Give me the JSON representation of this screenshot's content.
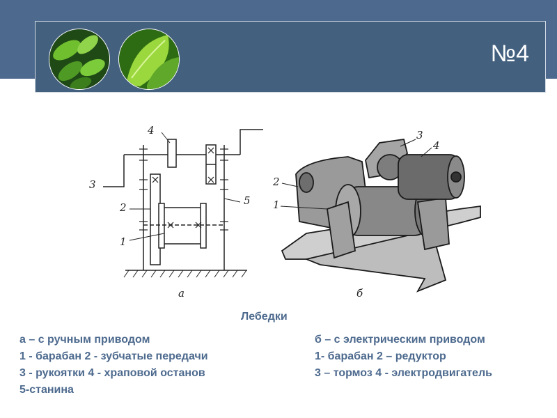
{
  "slide_number": "№4",
  "colors": {
    "band": "#4d6a8e",
    "panel": "#43607f",
    "text": "#4d6a8e"
  },
  "figure": {
    "label_a": "а",
    "label_b": "б",
    "schematic_callouts": [
      "4",
      "3",
      "2",
      "1",
      "5"
    ],
    "drawing_callouts": [
      "3",
      "4",
      "2",
      "1"
    ]
  },
  "caption": {
    "title": "Лебедки",
    "left": [
      "а – с ручным приводом",
      "1 - барабан    2 - зубчатые передачи",
      "3 - рукоятки    4 - храповой останов",
      "5-станина"
    ],
    "right": [
      "б – с электрическим приводом",
      "1- барабан  2 – редуктор",
      "3 – тормоз   4 - электродвигатель"
    ]
  }
}
